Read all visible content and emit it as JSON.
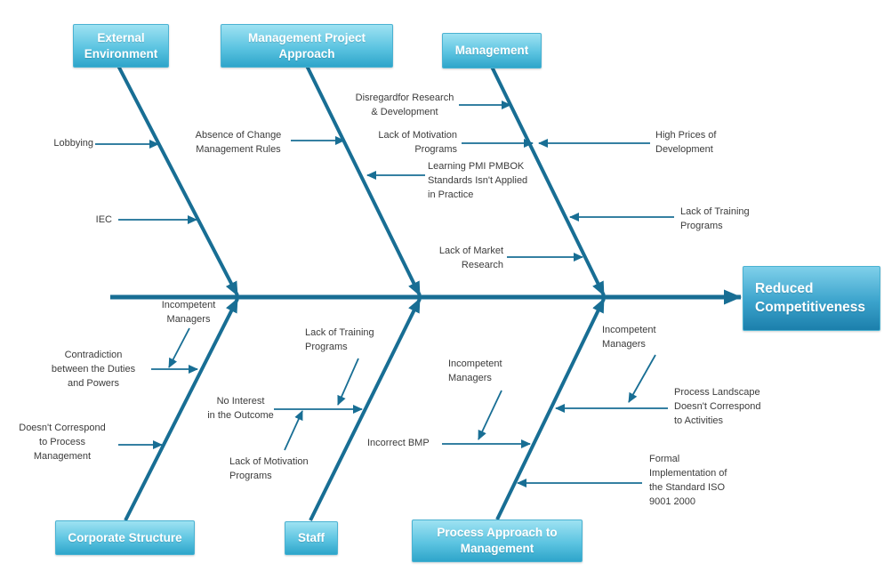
{
  "diagram": {
    "type": "fishbone",
    "effect": "Reduced\nCompetitiveness",
    "categories": {
      "external_environment": "External\nEnvironment",
      "management_project_approach": "Management Project\nApproach",
      "management": "Management",
      "corporate_structure": "Corporate Structure",
      "staff": "Staff",
      "process_approach": "Process Approach to\nManagement"
    },
    "causes": {
      "lobbying": "Lobbying",
      "iec": "IEC",
      "absence_change_rules": "Absence of Change\nManagement Rules",
      "disregard_rd": "Disregardfor Research\n& Development",
      "lack_motivation_mgmt": "Lack of Motivation\nPrograms",
      "high_prices": "High Prices of\nDevelopment",
      "learning_pmbok": "Learning PMI PMBOK\nStandards Isn't Applied\nin Practice",
      "lack_training_mgmt": "Lack of Training\nPrograms",
      "lack_market_research": "Lack of  Market\nResearch",
      "incompetent_managers_corporate": "Incompetent\nManagers",
      "contradiction_duties": "Contradiction\nbetween the Duties\nand Powers",
      "doesnt_correspond_process": "Doesn't Correspond\nto Process\nManagement",
      "lack_training_staff": "Lack of Training\nPrograms",
      "no_interest_outcome": "No Interest\nin the Outcome",
      "lack_motivation_staff": "Lack of Motivation\nPrograms",
      "incompetent_managers_process_mid": "Incompetent\nManagers",
      "incorrect_bmp": "Incorrect BMP",
      "incompetent_managers_process_right": "Incompetent\nManagers",
      "process_landscape": "Process Landscape\nDoesn't Correspond\nto Activities",
      "formal_iso": "Formal\nImplementation of\nthe Standard ISO\n9001 2000"
    },
    "colors": {
      "line": "#186E94",
      "category_box_top": "#9EE2F2",
      "category_box_bottom": "#2EA5CA",
      "effect_box_top": "#7FD0EA",
      "effect_box_bottom": "#1C7FAC",
      "label_text": "#3B3B3B",
      "box_text": "#FFFFFF"
    }
  }
}
